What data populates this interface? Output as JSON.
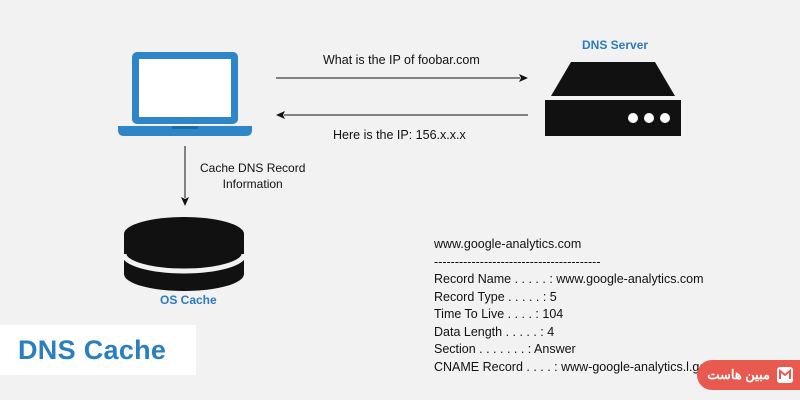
{
  "diagram": {
    "request_message": "What is the IP of foobar.com",
    "response_message": "Here is the IP: 156.x.x.x",
    "server_label": "DNS Server",
    "cache_caption_line1": "Cache DNS Record",
    "cache_caption_line2": "Information",
    "os_cache_label": "OS Cache"
  },
  "title": "DNS Cache",
  "record": {
    "host": "www.google-analytics.com",
    "separator": "----------------------------------------",
    "lines": [
      "Record Name . . . . . : www.google-analytics.com",
      "Record Type . . . . . : 5",
      "Time To Live  . . . . : 104",
      "Data Length . . . . . : 4",
      "Section . . . . . . . : Answer",
      "CNAME Record  . . . . : www-google-analytics.l.google.com"
    ]
  },
  "brand": {
    "text": "مبین هاست"
  },
  "colors": {
    "accent_blue": "#2b7bbf",
    "laptop_blue": "#2e86c9",
    "dark": "#111111",
    "brand_red": "#e85a4f"
  },
  "icons": [
    "laptop-icon",
    "server-icon",
    "database-icon",
    "arrow-right-icon",
    "arrow-left-icon",
    "arrow-down-icon",
    "brand-logo-icon"
  ]
}
